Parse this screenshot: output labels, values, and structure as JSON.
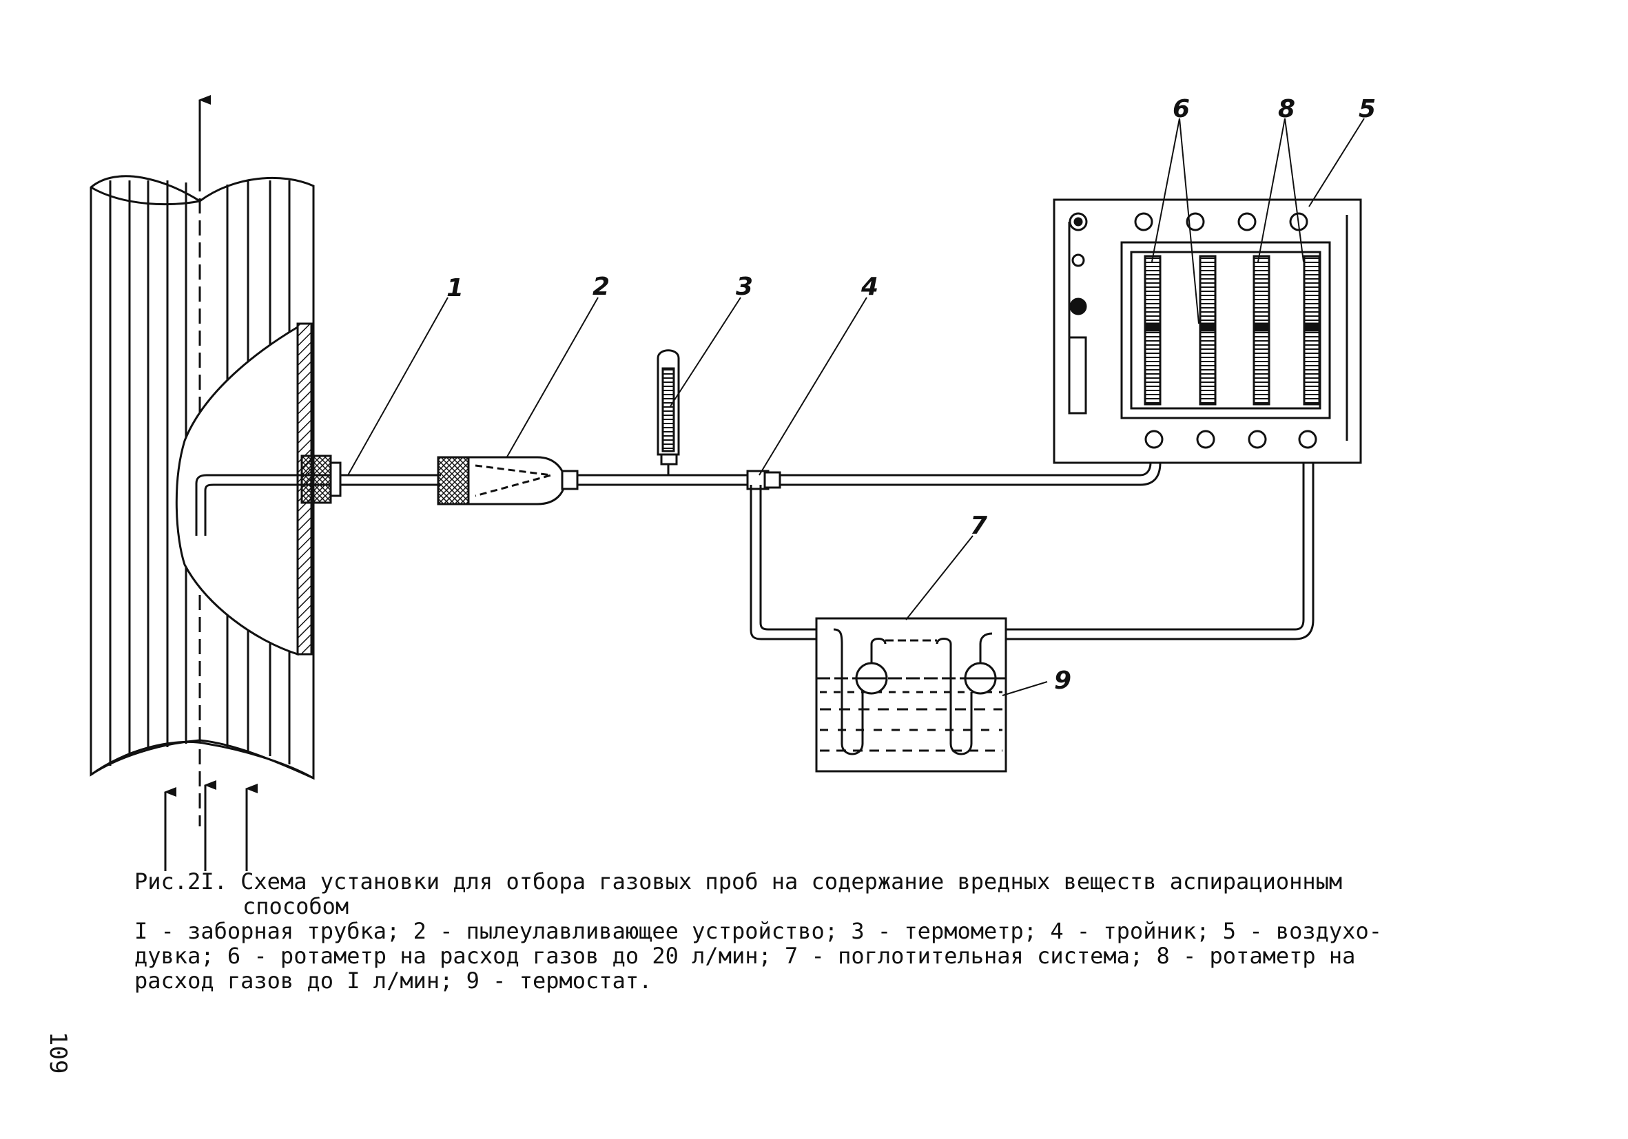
{
  "figure": {
    "caption_title": "Рис.2I. Схема установки для отбора газовых проб на содержание вредных веществ аспирационным",
    "caption_title_cont": "способом",
    "legend_line_1": "I - заборная трубка; 2 - пылеулавливающее устройство; 3 - термометр; 4 - тройник; 5 - воздухо-",
    "legend_line_2": "дувка; 6 - ротаметр на расход газов до 20 л/мин; 7 - поглотительная система; 8 - ротаметр на",
    "legend_line_3": "расход газов до I л/мин; 9 - термостат."
  },
  "callouts": {
    "c1": "1",
    "c2": "2",
    "c3": "3",
    "c4": "4",
    "c5": "5",
    "c6": "6",
    "c7": "7",
    "c8": "8",
    "c9": "9"
  },
  "page_number": "109",
  "colors": {
    "ink": "#111111",
    "paper": "#ffffff"
  }
}
